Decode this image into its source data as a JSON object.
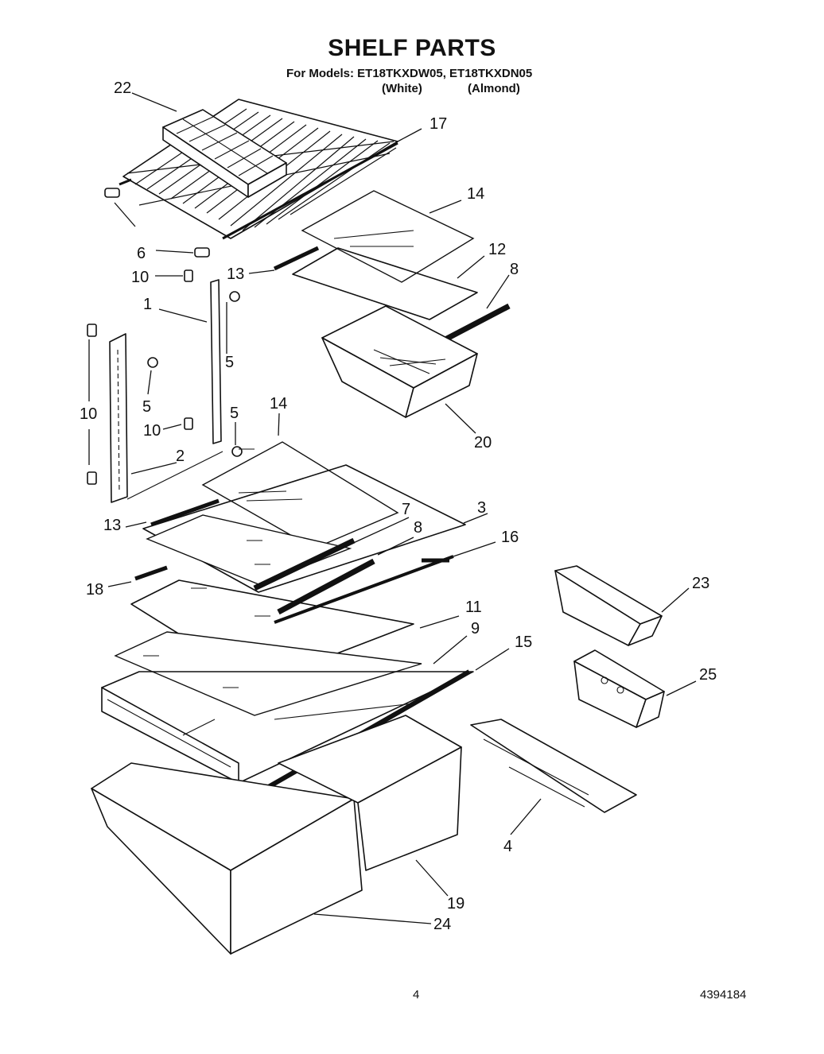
{
  "header": {
    "title": "SHELF PARTS",
    "models_line": "For Models: ET18TKXDW05, ET18TKXDN05",
    "variant_white": "(White)",
    "variant_almond": "(Almond)"
  },
  "callouts": {
    "c22": "22",
    "c17": "17",
    "c14a": "14",
    "c6": "6",
    "c13a": "13",
    "c12": "12",
    "c10a": "10",
    "c8a": "8",
    "c1": "1",
    "c5a": "5",
    "c10b": "10",
    "c5b": "5",
    "c10c": "10",
    "c5c": "5",
    "c14b": "14",
    "c20": "20",
    "c2": "2",
    "c3": "3",
    "c7": "7",
    "c13b": "13",
    "c8b": "8",
    "c16": "16",
    "c18": "18",
    "c23": "23",
    "c11": "11",
    "c9": "9",
    "c15": "15",
    "c25": "25",
    "c4": "4",
    "c19": "19",
    "c24": "24"
  },
  "footer": {
    "page_number": "4",
    "document_number": "4394184"
  }
}
